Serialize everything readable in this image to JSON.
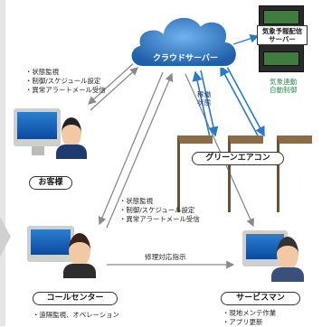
{
  "cloud": {
    "label": "クラウドサーバー",
    "color": "#2b6fb7"
  },
  "weather_server": {
    "line1": "気象予報配信",
    "line2": "サーバー"
  },
  "customer": {
    "label": "お客様",
    "items": [
      "状態監視",
      "制御/スケジュール設定",
      "異常アラートメール受信"
    ]
  },
  "call_center": {
    "label": "コールセンター",
    "items": [
      "状態監視",
      "制御/スケジュール設定",
      "異常アラートメール受信"
    ],
    "bottom_items": [
      "遠隔監視、オペレーション"
    ]
  },
  "serviceman": {
    "label": "サービスマン",
    "bottom_items": [
      "現地メンテ作業",
      "アプリ更新"
    ]
  },
  "aircon": {
    "label": "グリーンエアコン"
  },
  "arrows": {
    "operating_state_line1": "稼働",
    "operating_state_line2": "状態",
    "weather_link_line1": "気象連動",
    "weather_link_line2": "自動制御",
    "repair_instruction": "修理対応指示"
  },
  "colors": {
    "arrow": "#8a8a8a",
    "link_green": "#2e8b57",
    "link_blue": "#2a78c8",
    "panel_bg": "#e6e6e6"
  }
}
